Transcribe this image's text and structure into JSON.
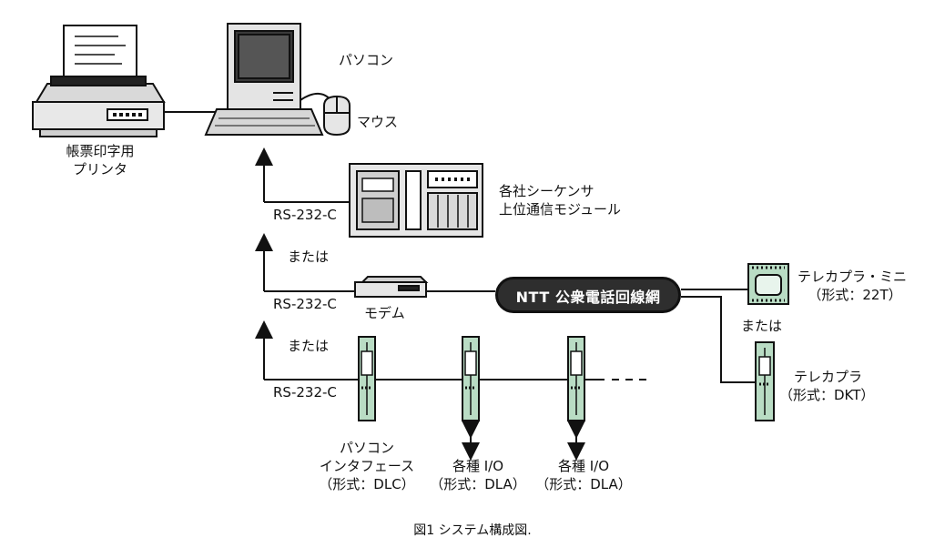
{
  "labels": {
    "pc": "パソコン",
    "mouse": "マウス",
    "printer_line1": "帳票印字用",
    "printer_line2": "プリンタ",
    "sequencer_line1": "各社シーケンサ",
    "sequencer_line2": "上位通信モジュール",
    "rs232c_1": "RS-232-C",
    "rs232c_2": "RS-232-C",
    "rs232c_3": "RS-232-C",
    "or_1": "または",
    "or_2": "または",
    "or_3": "または",
    "modem": "モデム",
    "ntt": "NTT 公衆電話回線網",
    "telecoupler_mini_line1": "テレカプラ・ミニ",
    "telecoupler_mini_line2": "（形式：22T）",
    "telecoupler_line1": "テレカプラ",
    "telecoupler_line2": "（形式：DKT）",
    "pc_interface_line1": "パソコン",
    "pc_interface_line2": "インタフェース",
    "pc_interface_line3": "（形式：DLC）",
    "io1_line1": "各種 I/O",
    "io1_line2": "（形式：DLA）",
    "io2_line1": "各種 I/O",
    "io2_line2": "（形式：DLA）"
  },
  "caption": "図1 システム構成図.",
  "colors": {
    "line": "#111111",
    "device_body": "#e6e6e6",
    "device_dark": "#3a3a3a",
    "module_green": "#b9dcc4",
    "ntt_fill": "#2e2e2e"
  }
}
